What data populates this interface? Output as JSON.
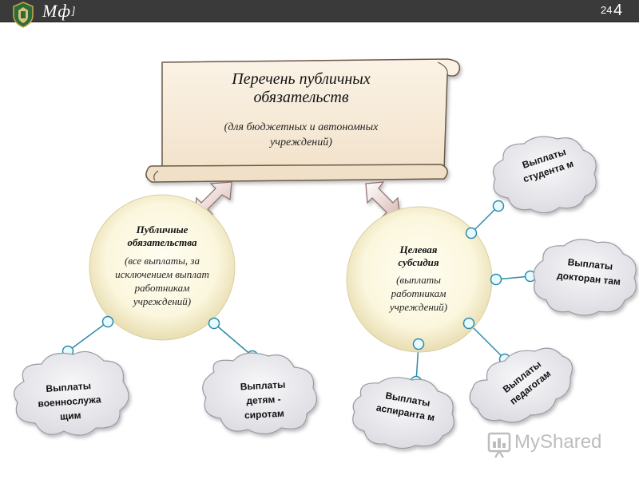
{
  "header": {
    "brand": "Мф",
    "brand_bracket": "]",
    "page_number_small": "24",
    "page_number": "4"
  },
  "scroll": {
    "title": "Перечень публичных обязательств",
    "subtitle": "(для бюджетных и автономных учреждений)"
  },
  "left_circle": {
    "title": "Публичные обязательства",
    "body": "(все выплаты, за исключением выплат работникам учреждений)"
  },
  "right_circle": {
    "title": "Целевая субсидия",
    "body": "(выплаты работникам учреждений)"
  },
  "clouds": {
    "military": "Выплаты военнослужа щим",
    "orphans": "Выплаты детям - сиротам",
    "students": "Выплаты студента м",
    "doctoral": "Выплаты докторан там",
    "teachers": "Выплаты педагогам",
    "postgrad": "Выплаты аспиранта м"
  },
  "watermark": {
    "text": "MyShared"
  },
  "colors": {
    "topbar": "#3a3a3a",
    "cloud_fill": "#e8e8ec",
    "circle_center": "#fffce8",
    "circle_edge": "#e6dcae",
    "connector": "#2e8aa8",
    "node_fill": "#e6fbff"
  }
}
